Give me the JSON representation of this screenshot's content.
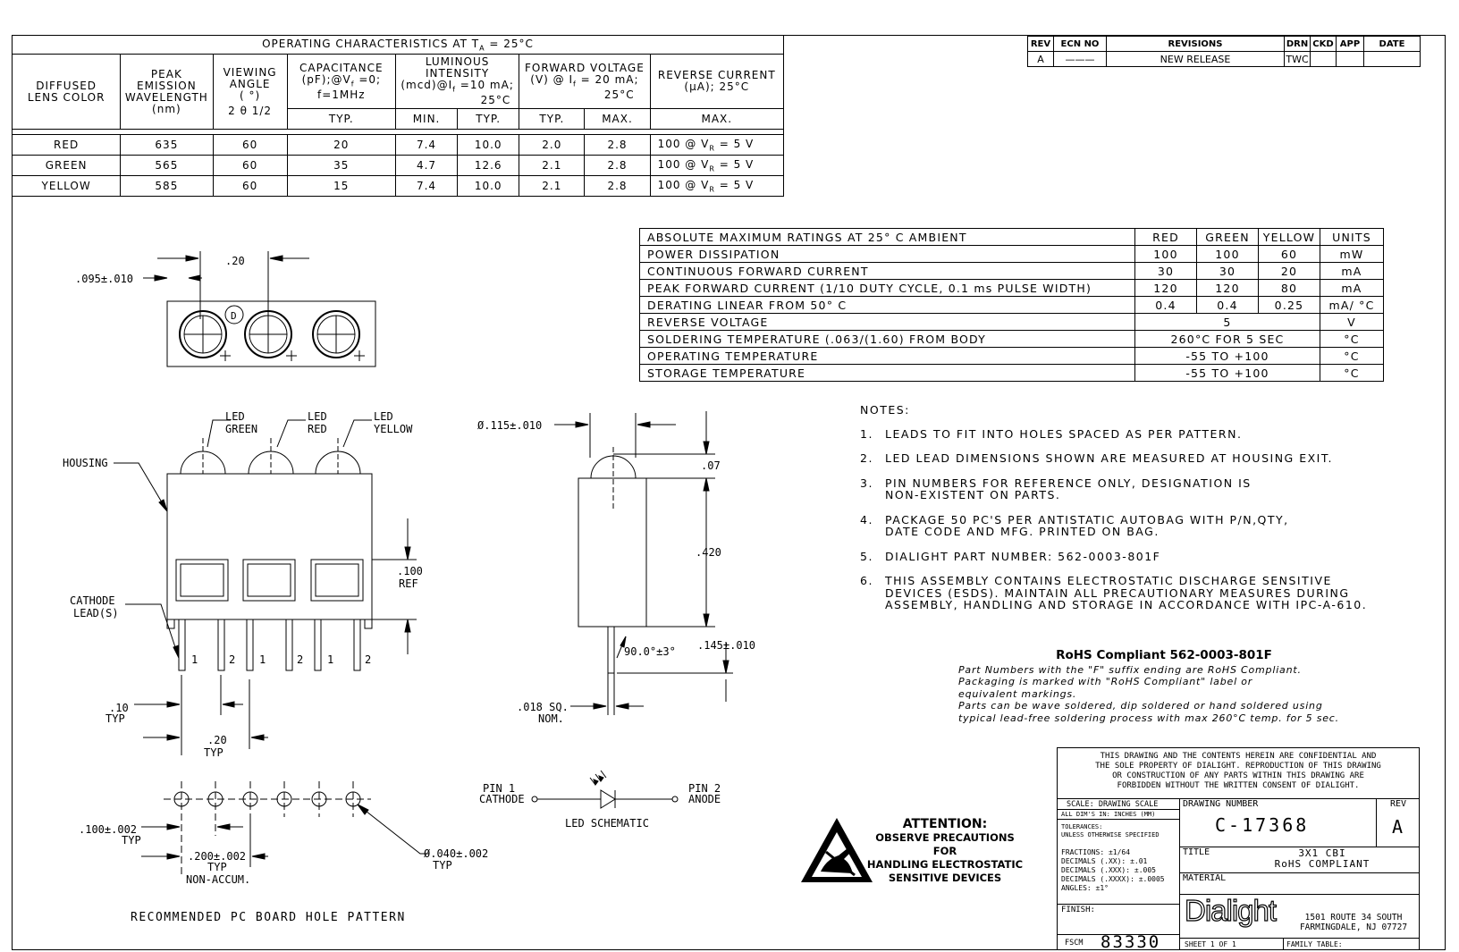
{
  "operating": {
    "title": "OPERATING CHARACTERISTICS AT T",
    "title_sub": "A",
    "title_end": " = 25°C",
    "col_lens": [
      "DIFFUSED",
      "LENS COLOR"
    ],
    "col_peak": [
      "PEAK",
      "EMISSION",
      "WAVELENGTH",
      "(nm)"
    ],
    "col_view": [
      "VIEWING",
      "ANGLE",
      "( °)",
      "2 θ 1/2"
    ],
    "col_cap": [
      "CAPACITANCE",
      "(pF);@V",
      "f",
      " =0;",
      "f=1MHz"
    ],
    "col_lum": [
      "LUMINOUS",
      "INTENSITY",
      "(mcd)@I",
      "f",
      " =10 mA;",
      "25°C"
    ],
    "col_fwd": [
      "FORWARD VOLTAGE",
      "(V) @ I",
      "f",
      " = 20 mA;",
      "25°C"
    ],
    "col_rev": [
      "REVERSE CURRENT",
      "(μA);  25°C"
    ],
    "sub": [
      "TYP.",
      "MIN.",
      "TYP.",
      "TYP.",
      "MAX.",
      "MAX."
    ],
    "rows": [
      {
        "color": "RED",
        "peak": "635",
        "angle": "60",
        "cap": "20",
        "lmin": "7.4",
        "ltyp": "10.0",
        "vtyp": "2.0",
        "vmax": "2.8",
        "rev": "100 @ V",
        "rev_sub": "R",
        "rev_end": " = 5 V"
      },
      {
        "color": "GREEN",
        "peak": "565",
        "angle": "60",
        "cap": "35",
        "lmin": "4.7",
        "ltyp": "12.6",
        "vtyp": "2.1",
        "vmax": "2.8",
        "rev": "100 @ V",
        "rev_sub": "R",
        "rev_end": " = 5 V"
      },
      {
        "color": "YELLOW",
        "peak": "585",
        "angle": "60",
        "cap": "15",
        "lmin": "7.4",
        "ltyp": "10.0",
        "vtyp": "2.1",
        "vmax": "2.8",
        "rev": "100 @ V",
        "rev_sub": "R",
        "rev_end": " = 5 V"
      }
    ]
  },
  "revisions": {
    "headers": [
      "REV",
      "ECN NO",
      "REVISIONS",
      "DRN",
      "CKD",
      "APP",
      "DATE"
    ],
    "row": [
      "A",
      "———",
      "NEW RELEASE",
      "TWC",
      "",
      "",
      ""
    ]
  },
  "ratings": {
    "header": [
      "ABSOLUTE MAXIMUM RATINGS AT 25° C AMBIENT",
      "RED",
      "GREEN",
      "YELLOW",
      "UNITS"
    ],
    "rows": [
      {
        "label": "POWER DISSIPATION",
        "red": "100",
        "green": "100",
        "yellow": "60",
        "unit": "mW"
      },
      {
        "label": "CONTINUOUS FORWARD CURRENT",
        "red": "30",
        "green": "30",
        "yellow": "20",
        "unit": "mA"
      },
      {
        "label": "PEAK FORWARD CURRENT (1/10 DUTY CYCLE, 0.1 ms PULSE WIDTH)",
        "red": "120",
        "green": "120",
        "yellow": "80",
        "unit": "mA"
      },
      {
        "label": "DERATING LINEAR FROM 50° C",
        "red": "0.4",
        "green": "0.4",
        "yellow": "0.25",
        "unit": "mA/ °C"
      }
    ],
    "merged": [
      {
        "label": "REVERSE VOLTAGE",
        "value": "5",
        "unit": "V"
      },
      {
        "label": "SOLDERING TEMPERATURE (.063/(1.60) FROM BODY",
        "value": "260°C FOR 5 SEC",
        "unit": "°C"
      },
      {
        "label": "OPERATING TEMPERATURE",
        "value": "-55 TO +100",
        "unit": "°C"
      },
      {
        "label": "STORAGE TEMPERATURE",
        "value": "-55 TO +100",
        "unit": "°C"
      }
    ]
  },
  "notes": {
    "title": "NOTES:",
    "items": [
      {
        "num": "1.",
        "text": "LEADS TO FIT INTO HOLES SPACED AS PER PATTERN."
      },
      {
        "num": "2.",
        "text": "LED LEAD DIMENSIONS SHOWN ARE MEASURED AT HOUSING EXIT."
      },
      {
        "num": "3.",
        "text": "PIN NUMBERS FOR REFERENCE ONLY, DESIGNATION IS",
        "text2": "NON-EXISTENT ON PARTS."
      },
      {
        "num": "4.",
        "text": "PACKAGE 50 PC'S PER ANTISTATIC AUTOBAG WITH P/N,QTY,",
        "text2": "DATE CODE AND MFG. PRINTED ON BAG."
      },
      {
        "num": "5.",
        "text": "DIALIGHT PART NUMBER: 562-0003-801F"
      },
      {
        "num": "6.",
        "text": "THIS ASSEMBLY CONTAINS ELECTROSTATIC DISCHARGE SENSITIVE",
        "text2": "DEVICES (ESDS). MAINTAIN ALL PRECAUTIONARY MEASURES DURING",
        "text3": "ASSEMBLY, HANDLING AND STORAGE IN ACCORDANCE WITH IPC-A-610."
      }
    ]
  },
  "rohs": {
    "heading": "RoHS Compliant 562-0003-801F",
    "lines": [
      "Part Numbers with the \"F\" suffix ending are RoHS Compliant.",
      "Packaging is marked with \"RoHS Compliant\" label or",
      "equivalent markings.",
      "Parts can be wave soldered, dip soldered or hand soldered using",
      "typical lead-free soldering process with max 260°C temp. for 5 sec."
    ]
  },
  "attention": {
    "title": "ATTENTION:",
    "lines": [
      "OBSERVE PRECAUTIONS FOR",
      "HANDLING ELECTROSTATIC",
      "SENSITIVE DEVICES"
    ]
  },
  "drawing_labels": {
    "dim_020": ".20",
    "dim_095": ".095±.010",
    "led_green": [
      "LED",
      "GREEN"
    ],
    "led_red": [
      "LED",
      "RED"
    ],
    "led_yellow": [
      "LED",
      "YELLOW"
    ],
    "housing": "HOUSING",
    "cathode": [
      "CATHODE",
      "LEAD(S)"
    ],
    "dim_100ref": [
      ".100",
      "REF"
    ],
    "pin_nums": [
      "1",
      "2",
      "1",
      "2",
      "1",
      "2"
    ],
    "dim_10typ": [
      ".10",
      "TYP"
    ],
    "dim_20typ": [
      ".20",
      "TYP"
    ],
    "dia_115": "Ø.115±.010",
    "dim_07": ".07",
    "dim_420": ".420",
    "angle_90": "90.0°±3°",
    "dim_145": ".145±.010",
    "dim_018": [
      ".018 SQ.",
      "NOM."
    ],
    "dim_100_002": [
      ".100±.002",
      "TYP"
    ],
    "dim_200_002": [
      ".200±.002",
      "TYP",
      "NON-ACCUM."
    ],
    "dia_040": [
      "Ø.040±.002",
      "TYP"
    ],
    "hole_pattern": "RECOMMENDED PC BOARD HOLE PATTERN",
    "pin1": [
      "PIN 1",
      "CATHODE"
    ],
    "pin2": [
      "PIN 2",
      "ANODE"
    ],
    "schematic": "LED SCHEMATIC"
  },
  "title_block": {
    "confidential": [
      "THIS DRAWING AND THE CONTENTS HEREIN ARE CONFIDENTIAL AND",
      "THE SOLE PROPERTY OF DIALIGHT. REPRODUCTION OF THIS DRAWING",
      "OR CONSTRUCTION OF ANY PARTS WITHIN THIS DRAWING ARE",
      "FORBIDDEN WITHOUT THE WRITTEN CONSENT OF DIALIGHT."
    ],
    "scale": "SCALE: DRAWING SCALE",
    "dims": "ALL DIM'S IN: INCHES (MM)",
    "tolerances": [
      "TOLERANCES:",
      "UNLESS OTHERWISE SPECIFIED"
    ],
    "fractions": [
      "FRACTIONS: ±1/64",
      "DECIMALS (.XX): ±.01",
      "DECIMALS (.XXX): ±.005",
      "DECIMALS (.XXXX): ±.0005",
      "ANGLES: ±1°"
    ],
    "finish": "FINISH:",
    "fscm_label": "FSCM",
    "fscm": "83330",
    "drawing_number_label": "DRAWING NUMBER",
    "drawing_number": "C-17368",
    "rev_label": "REV",
    "rev": "A",
    "title_label": "TITLE",
    "title": [
      "3X1 CBI",
      "RoHS COMPLIANT"
    ],
    "material_label": "MATERIAL",
    "logo": "Dialight",
    "address": [
      "1501 ROUTE 34 SOUTH",
      "FARMINGDALE, NJ 07727"
    ],
    "sheet": "SHEET  1  OF  1",
    "family": "FAMILY TABLE:"
  }
}
